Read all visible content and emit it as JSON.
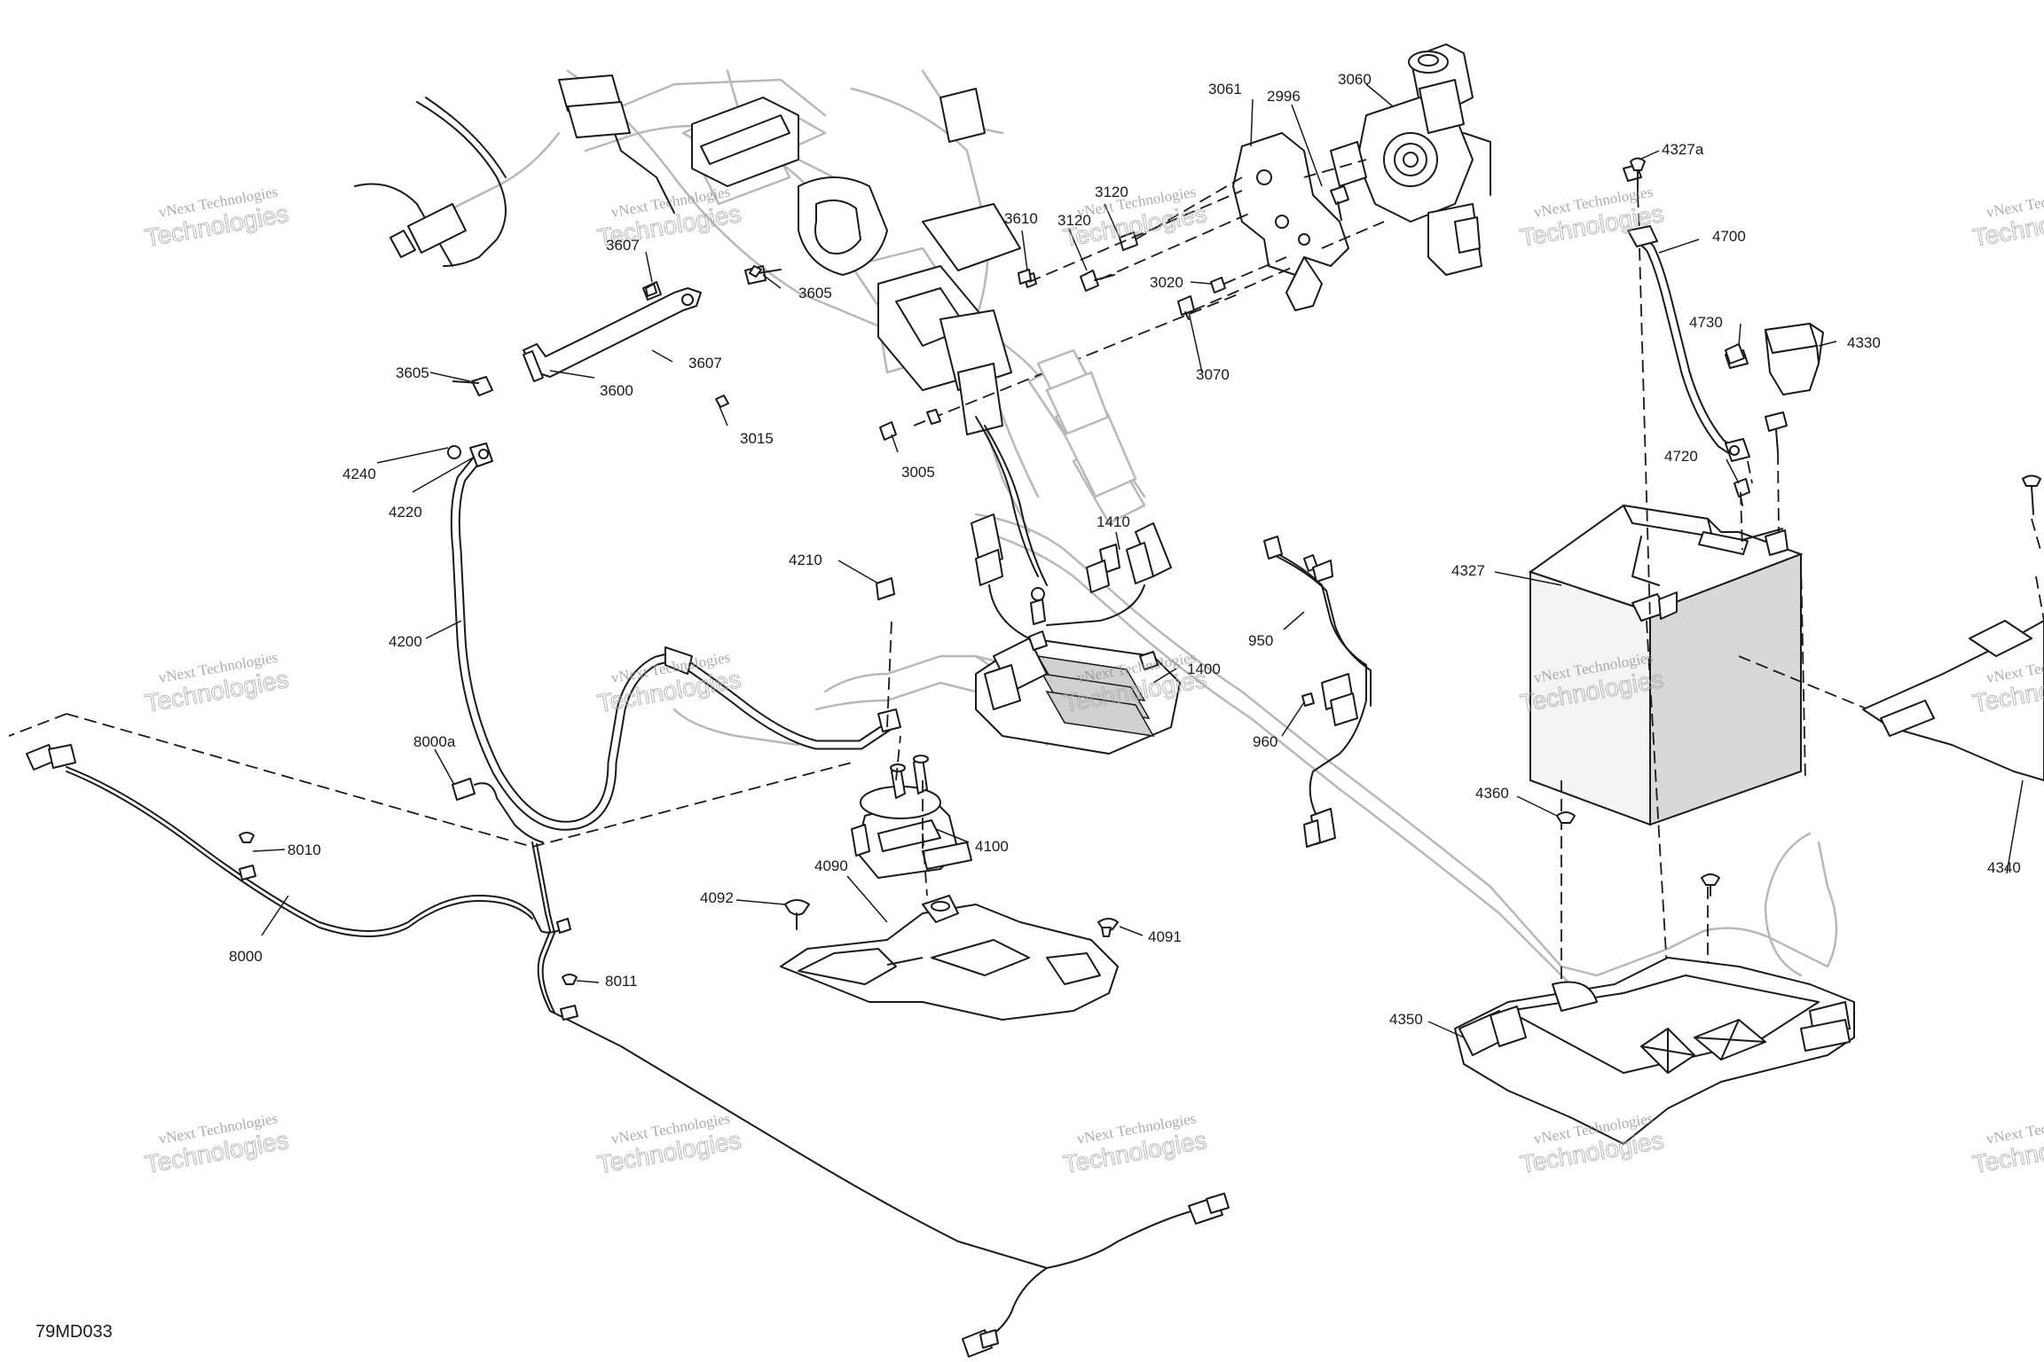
{
  "diagram_code": "79MD033",
  "watermark": {
    "line1": "vNext Technologies",
    "line2": "Technologies"
  },
  "callouts": [
    {
      "id": "3061",
      "text": "3061"
    },
    {
      "id": "2996",
      "text": "2996"
    },
    {
      "id": "3060",
      "text": "3060"
    },
    {
      "id": "4327a",
      "text": "4327a"
    },
    {
      "id": "3120a",
      "text": "3120"
    },
    {
      "id": "3120b",
      "text": "3120"
    },
    {
      "id": "3610",
      "text": "3610"
    },
    {
      "id": "3607a",
      "text": "3607"
    },
    {
      "id": "3605a",
      "text": "3605"
    },
    {
      "id": "3020",
      "text": "3020"
    },
    {
      "id": "4700",
      "text": "4700"
    },
    {
      "id": "3607b",
      "text": "3607"
    },
    {
      "id": "4730",
      "text": "4730"
    },
    {
      "id": "4330",
      "text": "4330"
    },
    {
      "id": "3605b",
      "text": "3605"
    },
    {
      "id": "3070",
      "text": "3070"
    },
    {
      "id": "3600",
      "text": "3600"
    },
    {
      "id": "3015",
      "text": "3015"
    },
    {
      "id": "4720",
      "text": "4720"
    },
    {
      "id": "4240",
      "text": "4240"
    },
    {
      "id": "3005",
      "text": "3005"
    },
    {
      "id": "4220",
      "text": "4220"
    },
    {
      "id": "1410",
      "text": "1410"
    },
    {
      "id": "4210",
      "text": "4210"
    },
    {
      "id": "4327",
      "text": "4327"
    },
    {
      "id": "4200",
      "text": "4200"
    },
    {
      "id": "950",
      "text": "950"
    },
    {
      "id": "1400",
      "text": "1400"
    },
    {
      "id": "960",
      "text": "960"
    },
    {
      "id": "8000a",
      "text": "8000a"
    },
    {
      "id": "4360",
      "text": "4360"
    },
    {
      "id": "4100",
      "text": "4100"
    },
    {
      "id": "8010",
      "text": "8010"
    },
    {
      "id": "4340",
      "text": "4340"
    },
    {
      "id": "4090",
      "text": "4090"
    },
    {
      "id": "4092",
      "text": "4092"
    },
    {
      "id": "4091",
      "text": "4091"
    },
    {
      "id": "8000",
      "text": "8000"
    },
    {
      "id": "8011",
      "text": "8011"
    },
    {
      "id": "4350",
      "text": "4350"
    }
  ]
}
